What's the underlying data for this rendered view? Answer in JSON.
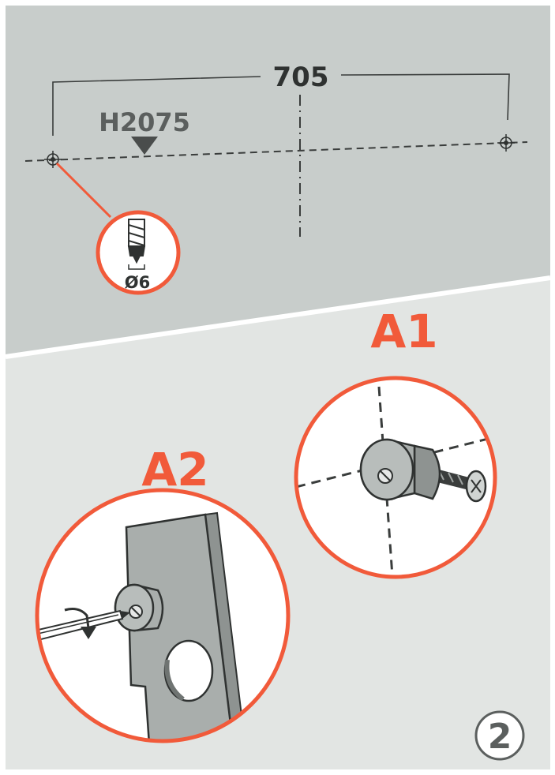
{
  "dimension": {
    "label": "705"
  },
  "height_mark": {
    "label": "H2075"
  },
  "drill_bit": {
    "label": "Ø6"
  },
  "detail_a1": {
    "label": "A1"
  },
  "detail_a2": {
    "label": "A2"
  },
  "step": {
    "number": "2"
  },
  "colors": {
    "wall": "#c8cdcb",
    "floor": "#e2e5e3",
    "accent": "#f15a3a",
    "line": "#3a3d3c",
    "label_gray": "#5b5f5e",
    "part_gray": "#a9aeac"
  }
}
